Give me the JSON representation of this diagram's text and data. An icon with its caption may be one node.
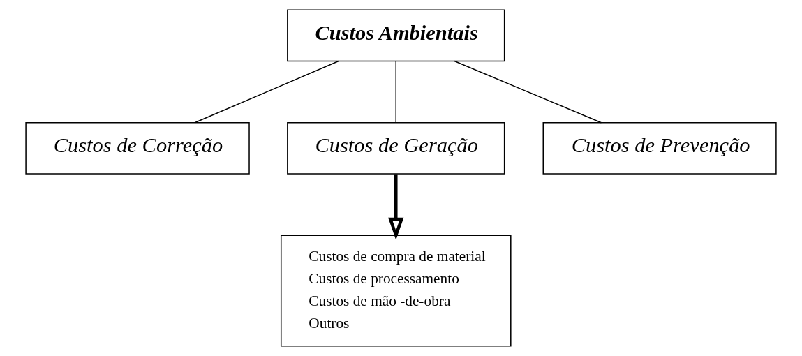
{
  "diagram": {
    "nodes": [
      {
        "text": [
          "Custos Ambientais"
        ]
      },
      {
        "text": [
          "Custos de Correção"
        ]
      },
      {
        "text": [
          "Custos de Geração"
        ]
      },
      {
        "text": [
          "Custos de Prevenção"
        ]
      },
      {
        "text": [
          "Custos de compra de material",
          "Custos de processamento",
          "Custos de mão -de-obra",
          "Outros"
        ]
      }
    ],
    "edges": [
      {
        "from": 0,
        "to": 1,
        "arrow": "none"
      },
      {
        "from": 0,
        "to": 2,
        "arrow": "none"
      },
      {
        "from": 0,
        "to": 3,
        "arrow": "none"
      },
      {
        "from": 2,
        "to": 4,
        "arrow": "to",
        "style": "thick"
      }
    ]
  }
}
